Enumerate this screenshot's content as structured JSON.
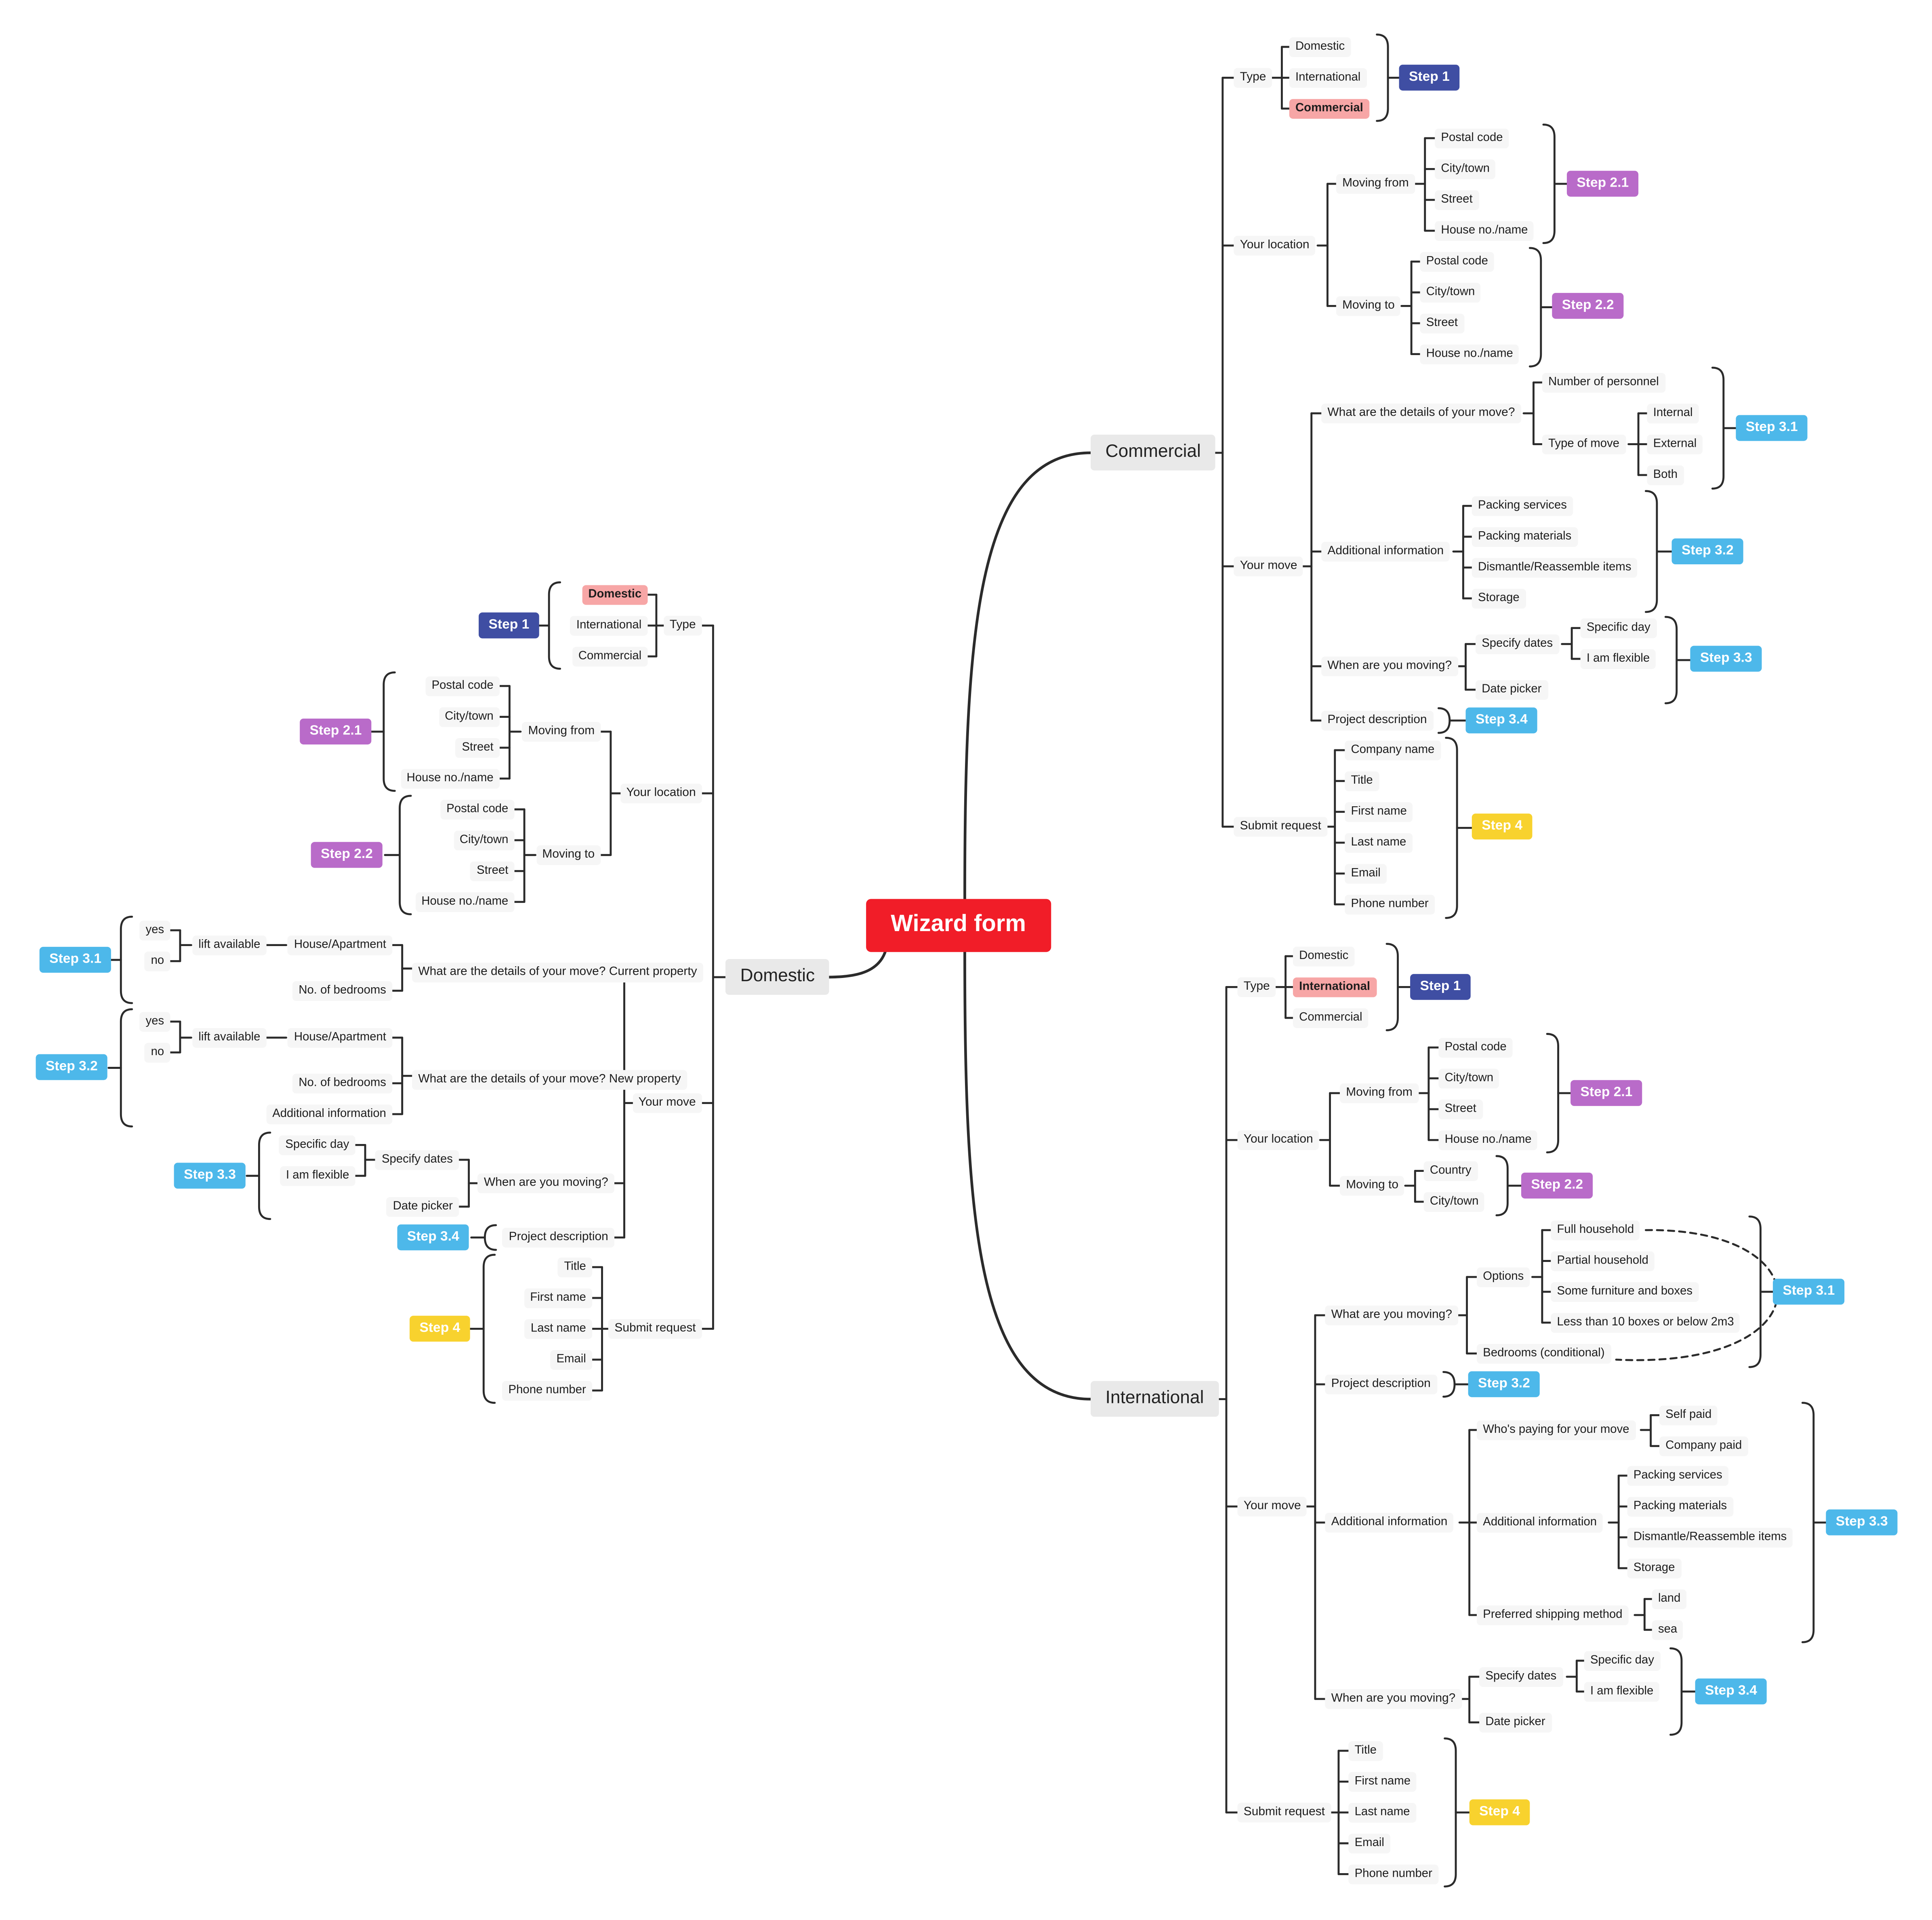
{
  "root": "Wizard form",
  "colors": {
    "step1": "#3f4ea3",
    "step2": "#b96bc9",
    "step3": "#4db8ea",
    "step4": "#f8d22e",
    "highlight": "#f7a6a6",
    "root": "#f11d28"
  },
  "branches": [
    {
      "label": "Commercial",
      "children": [
        {
          "label": "Type",
          "children": [
            "Domestic",
            "International",
            "Commercial"
          ],
          "highlighted": "Commercial",
          "step": "Step 1"
        },
        {
          "label": "Your location",
          "children": [
            {
              "label": "Moving from",
              "children": [
                "Postal code",
                "City/town",
                "Street",
                "House no./name"
              ],
              "step": "Step 2.1"
            },
            {
              "label": "Moving to",
              "children": [
                "Postal code",
                "City/town",
                "Street",
                "House no./name"
              ],
              "step": "Step 2.2"
            }
          ]
        },
        {
          "label": "Your move",
          "children": [
            {
              "label": "What are the details of your move?",
              "children": [
                "Number of personnel",
                {
                  "label": "Type of move",
                  "children": [
                    "Internal",
                    "External",
                    "Both"
                  ]
                }
              ],
              "step": "Step 3.1"
            },
            {
              "label": "Additional information",
              "children": [
                "Packing services",
                "Packing materials",
                "Dismantle/Reassemble items",
                "Storage"
              ],
              "step": "Step 3.2"
            },
            {
              "label": "When are you moving?",
              "children": [
                {
                  "label": "Specify dates",
                  "children": [
                    "Specific day",
                    "I am flexible"
                  ]
                },
                "Date picker"
              ],
              "step": "Step 3.3"
            },
            {
              "label": "Project description",
              "step": "Step 3.4"
            }
          ]
        },
        {
          "label": "Submit request",
          "children": [
            "Company name",
            "Title",
            "First name",
            "Last name",
            "Email",
            "Phone number"
          ],
          "step": "Step 4"
        }
      ]
    },
    {
      "label": "International",
      "children": [
        {
          "label": "Type",
          "children": [
            "Domestic",
            "International",
            "Commercial"
          ],
          "highlighted": "International",
          "step": "Step 1"
        },
        {
          "label": "Your location",
          "children": [
            {
              "label": "Moving from",
              "children": [
                "Postal code",
                "City/town",
                "Street",
                "House no./name"
              ],
              "step": "Step 2.1"
            },
            {
              "label": "Moving to",
              "children": [
                "Country",
                "City/town"
              ],
              "step": "Step 2.2"
            }
          ]
        },
        {
          "label": "Your move",
          "children": [
            {
              "label": "What are you moving?",
              "children": [
                {
                  "label": "Options",
                  "children": [
                    "Full household",
                    "Partial household",
                    "Some furniture and boxes",
                    "Less than 10 boxes or below 2m3"
                  ]
                },
                "Bedrooms (conditional)"
              ],
              "step": "Step 3.1"
            },
            {
              "label": "Project description",
              "step": "Step 3.2"
            },
            {
              "label": "Additional information",
              "children": [
                {
                  "label": "Who's paying for your move",
                  "children": [
                    "Self paid",
                    "Company paid"
                  ]
                },
                {
                  "label": "Additional information",
                  "children": [
                    "Packing services",
                    "Packing materials",
                    "Dismantle/Reassemble items",
                    "Storage"
                  ]
                },
                {
                  "label": "Preferred shipping method",
                  "children": [
                    "land",
                    "sea"
                  ]
                }
              ],
              "step": "Step 3.3"
            },
            {
              "label": "When are you moving?",
              "children": [
                {
                  "label": "Specify dates",
                  "children": [
                    "Specific day",
                    "I am flexible"
                  ]
                },
                "Date picker"
              ],
              "step": "Step 3.4"
            }
          ]
        },
        {
          "label": "Submit request",
          "children": [
            "Title",
            "First name",
            "Last name",
            "Email",
            "Phone number"
          ],
          "step": "Step 4"
        }
      ]
    },
    {
      "label": "Domestic",
      "children": [
        {
          "label": "Type",
          "children": [
            "Domestic",
            "International",
            "Commercial"
          ],
          "highlighted": "Domestic",
          "step": "Step 1"
        },
        {
          "label": "Your location",
          "children": [
            {
              "label": "Moving from",
              "children": [
                "Postal code",
                "City/town",
                "Street",
                "House no./name"
              ],
              "step": "Step 2.1"
            },
            {
              "label": "Moving to",
              "children": [
                "Postal code",
                "City/town",
                "Street",
                "House no./name"
              ],
              "step": "Step 2.2"
            }
          ]
        },
        {
          "label": "Your move",
          "children": [
            {
              "label": "What are the details of your move?\nCurrent property",
              "children": [
                {
                  "label": "House/Apartment",
                  "children": [
                    {
                      "label": "lift available",
                      "children": [
                        "yes",
                        "no"
                      ]
                    }
                  ]
                },
                "No. of bedrooms"
              ],
              "step": "Step 3.1"
            },
            {
              "label": "What are the details of your move?\nNew property",
              "children": [
                {
                  "label": "House/Apartment",
                  "children": [
                    {
                      "label": "lift available",
                      "children": [
                        "yes",
                        "no"
                      ]
                    }
                  ]
                },
                "No. of bedrooms",
                "Additional information"
              ],
              "step": "Step 3.2"
            },
            {
              "label": "When are you moving?",
              "children": [
                {
                  "label": "Specify dates",
                  "children": [
                    "Specific day",
                    "I am flexible"
                  ]
                },
                "Date picker"
              ],
              "step": "Step 3.3"
            },
            {
              "label": "Project description",
              "step": "Step 3.4"
            }
          ]
        },
        {
          "label": "Submit request",
          "children": [
            "Title",
            "First name",
            "Last name",
            "Email",
            "Phone number"
          ],
          "step": "Step 4"
        }
      ]
    }
  ]
}
